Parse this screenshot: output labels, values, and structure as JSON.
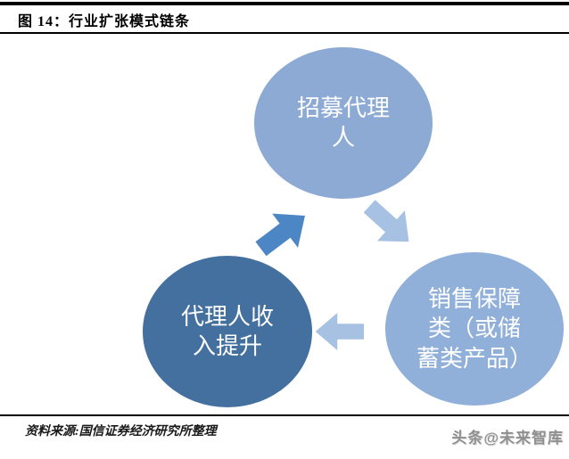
{
  "header": {
    "title": "图 14：行业扩张模式链条"
  },
  "diagram": {
    "type": "cycle",
    "nodes": [
      {
        "id": "recruit-agents",
        "label": "招募代理\n人",
        "color": "#8CAAD4",
        "text_color": "#ffffff"
      },
      {
        "id": "sell-products",
        "label": "销售保障\n类（或储\n蓄类产品）",
        "color": "#90AFD9",
        "text_color": "#ffffff"
      },
      {
        "id": "agent-income-up",
        "label": "代理人收\n入提升",
        "color": "#44709F",
        "text_color": "#ffffff"
      }
    ],
    "arrows": [
      {
        "id": "recruit-to-sell",
        "from": "招募代理人",
        "to": "销售保障类（或储蓄类产品）",
        "direction": "down-right",
        "color": "#A7C1E2"
      },
      {
        "id": "sell-to-income",
        "from": "销售保障类（或储蓄类产品）",
        "to": "代理人收入提升",
        "direction": "left",
        "color": "#A7C1E2"
      },
      {
        "id": "income-to-recruit",
        "from": "代理人收入提升",
        "to": "招募代理人",
        "direction": "up-right",
        "color": "#4C86C4"
      }
    ]
  },
  "footer": {
    "source": "资料来源:国信证券经济研究所整理",
    "watermark": "头条@未来智库"
  }
}
